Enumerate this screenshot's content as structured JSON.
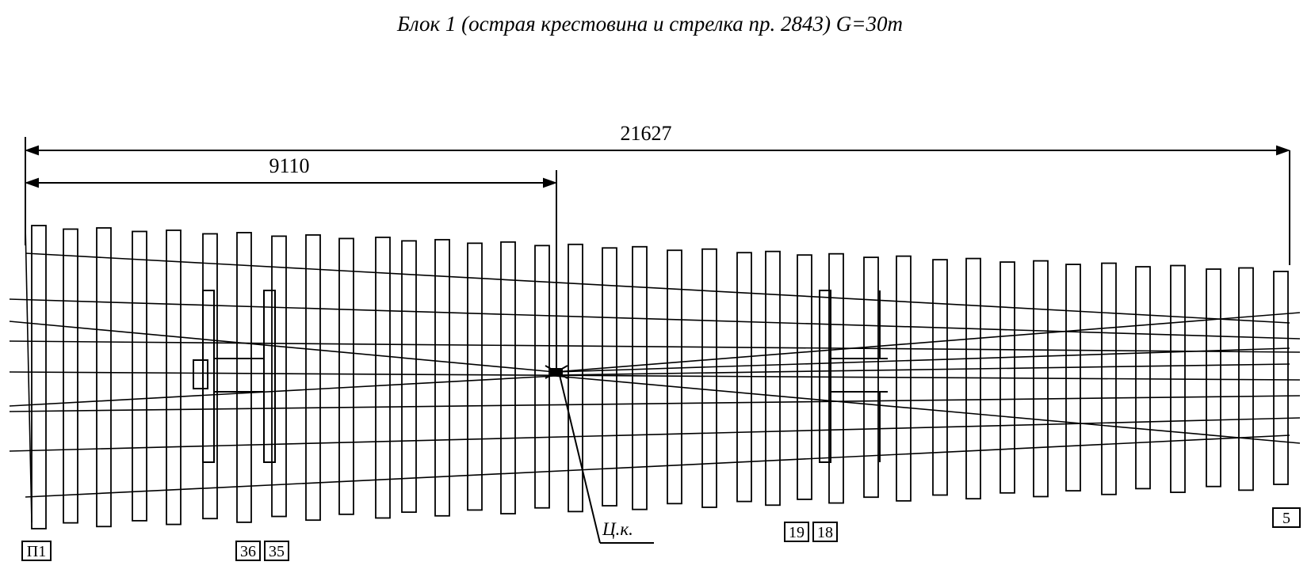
{
  "title": "Блок 1 (острая крестовина и стрелка пр. 2843) G=30т",
  "dimensions": {
    "overall": "21627",
    "to_center": "9110"
  },
  "center_label": "Ц.к.",
  "sleeper_tags": [
    "П1",
    "36",
    "35",
    "19",
    "18",
    "5"
  ],
  "colors": {
    "line": "#000000",
    "background": "#ffffff"
  }
}
